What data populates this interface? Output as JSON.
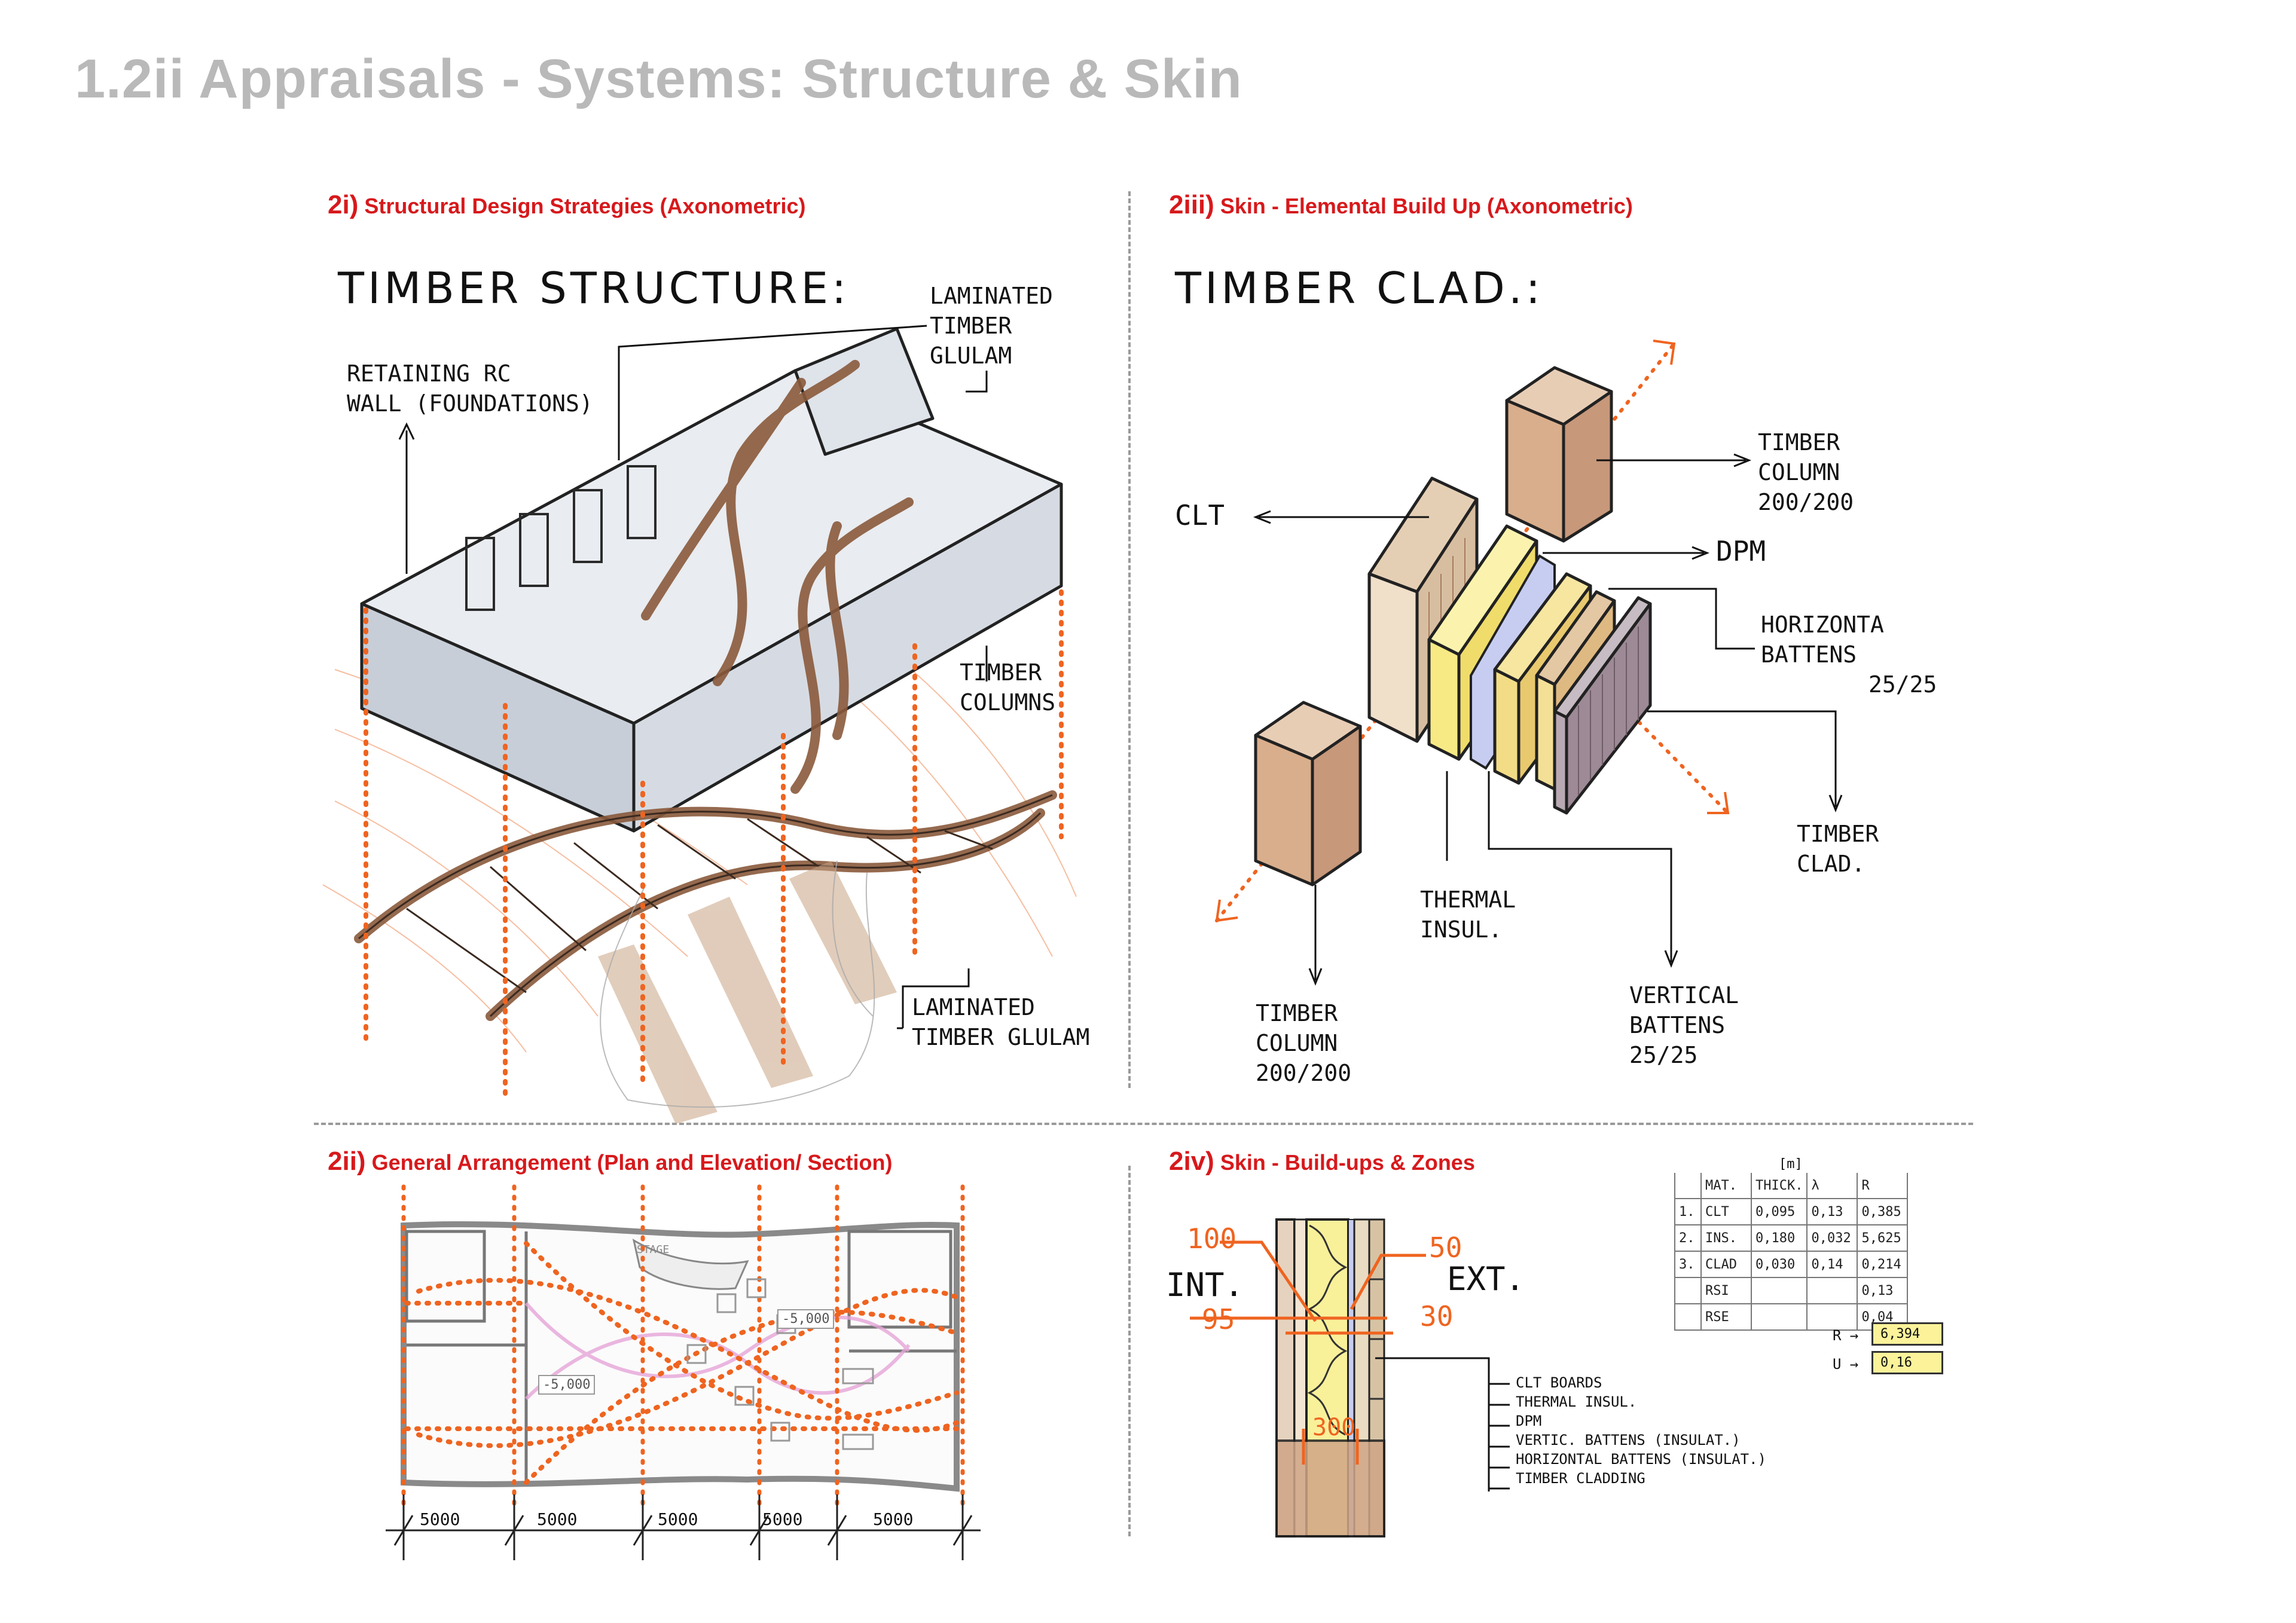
{
  "page_title": "1.2ii Appraisals - Systems: Structure & Skin",
  "sections": {
    "s1": {
      "num": "2i)",
      "title": "Structural Design Strategies (Axonometric)"
    },
    "s2": {
      "num": "2iii)",
      "title": "Skin - Elemental Build Up (Axonometric)"
    },
    "s3": {
      "num": "2ii)",
      "title": "General Arrangement (Plan and Elevation/ Section)"
    },
    "s4": {
      "num": "2iv)",
      "title": "Skin - Build-ups & Zones"
    }
  },
  "structure": {
    "heading": "TIMBER STRUCTURE:",
    "labels": {
      "laminated_top": [
        "LAMINATED",
        "TIMBER",
        "GLULAM"
      ],
      "retaining": [
        "RETAINING RC",
        "WALL (FOUNDATIONS)"
      ],
      "columns": [
        "TIMBER",
        "COLUMNS"
      ],
      "laminated_bottom": [
        "LAMINATED",
        "TIMBER GLULAM"
      ]
    }
  },
  "skin": {
    "heading": "TIMBER CLAD.:",
    "labels": {
      "column_top": [
        "TIMBER",
        "COLUMN",
        "200/200"
      ],
      "clt": "CLT",
      "dpm": "DPM",
      "horizontal": [
        "HORIZONTA",
        "BATTENS",
        "25/25"
      ],
      "cladding": [
        "TIMBER",
        "CLAD."
      ],
      "thermal": [
        "THERMAL",
        "INSUL."
      ],
      "vertical": [
        "VERTICAL",
        "BATTENS",
        "25/25"
      ],
      "column_bottom": [
        "TIMBER",
        "COLUMN",
        "200/200"
      ]
    }
  },
  "plan": {
    "stage": "STAGE",
    "level_right": "-5,000",
    "level_left": "-5,000",
    "dims": [
      "5000",
      "5000",
      "5000",
      "5000",
      "5000"
    ]
  },
  "buildup": {
    "int": "INT.",
    "ext": "EXT.",
    "dims": {
      "d100": "100",
      "d95": "95",
      "d50": "50",
      "d30": "30",
      "d300": "300"
    },
    "legend": [
      "CLT BOARDS",
      "THERMAL INSUL.",
      "DPM",
      "VERTIC. BATTENS (INSULAT.)",
      "HORIZONTAL BATTENS (INSULAT.)",
      "TIMBER CLADDING"
    ],
    "table": {
      "unit": "[m]",
      "headers": [
        "",
        "MAT.",
        "THICK.",
        "λ",
        "R"
      ],
      "rows": [
        [
          "1.",
          "CLT",
          "0,095",
          "0,13",
          "0,385"
        ],
        [
          "2.",
          "INS.",
          "0,180",
          "0,032",
          "5,625"
        ],
        [
          "3.",
          "CLAD",
          "0,030",
          "0,14",
          "0,214"
        ],
        [
          "",
          "RSI",
          "",
          "",
          "0,13"
        ],
        [
          "",
          "RSE",
          "",
          "",
          "0,04"
        ]
      ],
      "r_label": "R →",
      "r_total": "6,394",
      "u_label": "U →",
      "u_value": "0,16"
    }
  },
  "colors": {
    "accent": "#d7191c",
    "orange": "#ef6420",
    "timber": "#c8a07d",
    "insulation": "#f4e98a",
    "concrete": "#c5ccd6"
  }
}
